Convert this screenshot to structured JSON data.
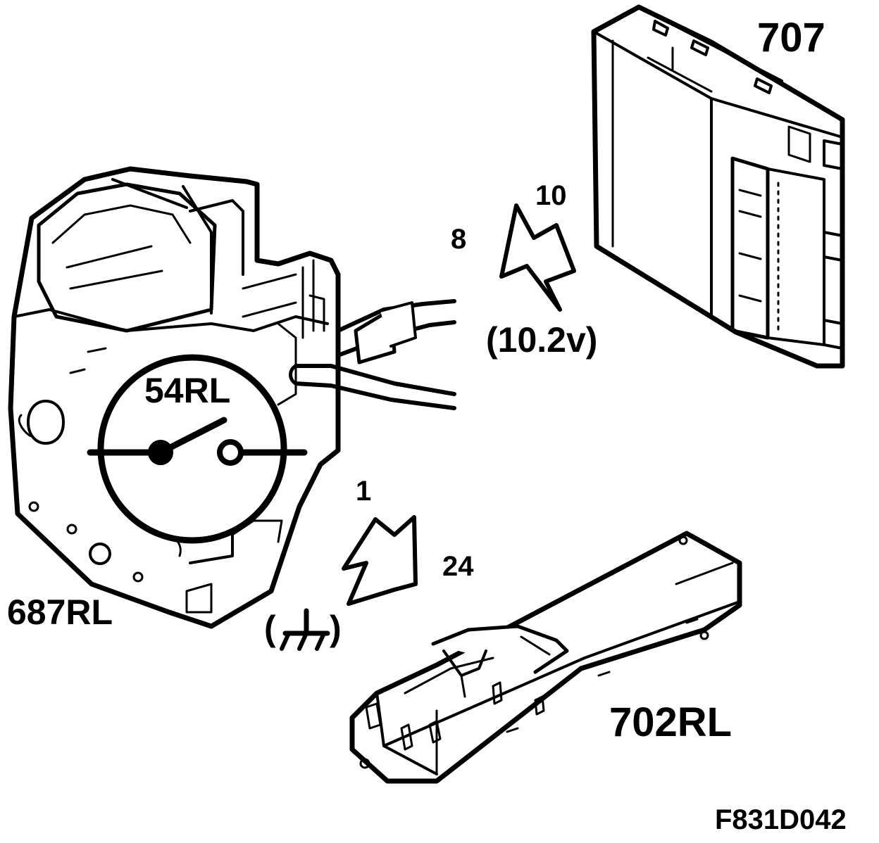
{
  "colors": {
    "ink": "#000000",
    "paper": "#ffffff"
  },
  "labels": {
    "module_707": "707",
    "module_702": "702RL",
    "motor_687": "687RL",
    "switch_54": "54RL",
    "pin_10": "10",
    "pin_8": "8",
    "voltage": "(10.2v)",
    "pin_1": "1",
    "pin_24": "24",
    "ground_open": "(",
    "ground_close": ")",
    "figure_code": "F831D042"
  },
  "icons": [
    "ground-symbol-icon",
    "signal-arrow-icon",
    "switch-symbol-icon"
  ]
}
